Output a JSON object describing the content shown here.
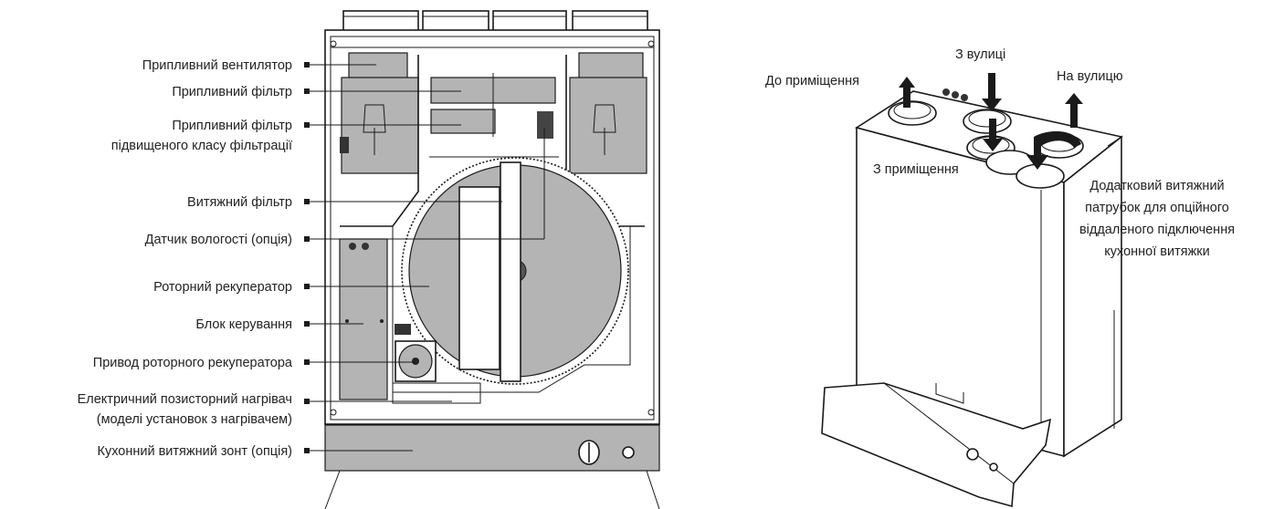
{
  "left_labels": [
    "Припливний вентилятор",
    "Припливний фільтр",
    "Припливний фільтр",
    "підвищеного класу фільтрації",
    "Витяжний фільтр",
    "Датчик вологості (опція)",
    "Роторний рекуператор",
    "Блок керування",
    "Привод роторного рекуператора",
    "Електричний позисторний нагрівач",
    "(моделі установок з нагрівачем)",
    "Кухонний витяжний зонт (опція)"
  ],
  "right_labels": {
    "to_room": "До приміщення",
    "from_street": "З вулиці",
    "to_street": "На вулицю",
    "from_room": "З приміщення",
    "extra_line1": "Додатковий витяжний",
    "extra_line2": "патрубок для опційного",
    "extra_line3": "віддаленого підключення",
    "extra_line4": "кухонної витяжки"
  },
  "colors": {
    "component_fill": "#b4b4b4",
    "line": "#1a1a1a",
    "text": "#222222"
  }
}
